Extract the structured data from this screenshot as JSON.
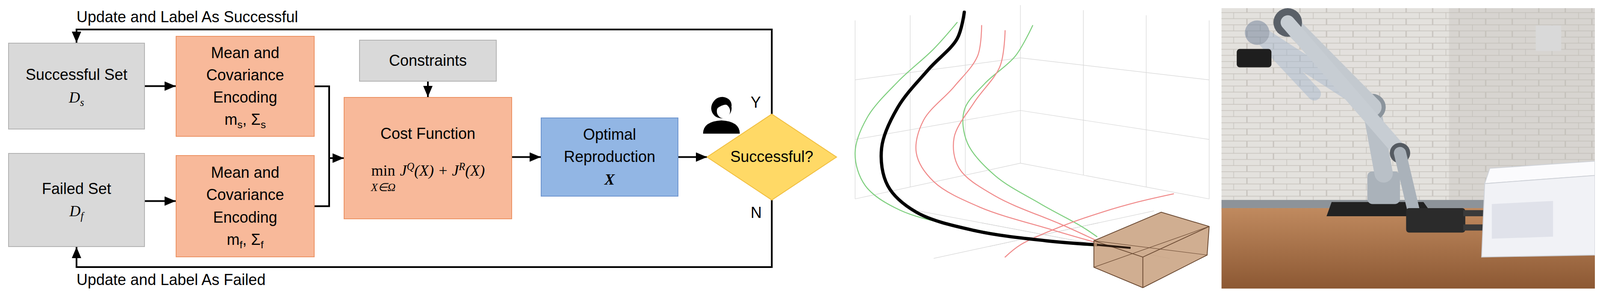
{
  "diagram": {
    "nodes": [
      {
        "text": [
          "Successful Set",
          "Ds"
        ]
      },
      {
        "text": [
          "Failed Set",
          "Df"
        ]
      },
      {
        "text": [
          "Mean and Covariance Encoding",
          "ms, Σs"
        ]
      },
      {
        "text": [
          "Mean and Covariance Encoding",
          "mf, Σf"
        ]
      },
      {
        "text": [
          "Constraints"
        ]
      },
      {
        "text": [
          "Cost Function",
          "min",
          "X∈Ω",
          "JQ(X) + JR(X)"
        ]
      },
      {
        "text": [
          "Optimal Reproduction",
          "X"
        ]
      },
      {
        "text": [
          "Successful?"
        ]
      }
    ],
    "edges": [
      {
        "from": 0,
        "to": 2,
        "arrow": "to"
      },
      {
        "from": 1,
        "to": 3,
        "arrow": "to"
      },
      {
        "from": 2,
        "to": 5,
        "arrow": "to"
      },
      {
        "from": 3,
        "to": 5,
        "arrow": "to"
      },
      {
        "from": 4,
        "to": 5,
        "arrow": "to"
      },
      {
        "from": 5,
        "to": 6,
        "arrow": "to"
      },
      {
        "from": 6,
        "to": 7,
        "arrow": "to"
      },
      {
        "from": 7,
        "to": 0,
        "label": "Update and Label As Successful",
        "arrow": "to"
      },
      {
        "from": 7,
        "to": 1,
        "label": "Update and Label As Failed",
        "arrow": "to"
      }
    ],
    "labels": [
      "Y",
      "N"
    ]
  }
}
